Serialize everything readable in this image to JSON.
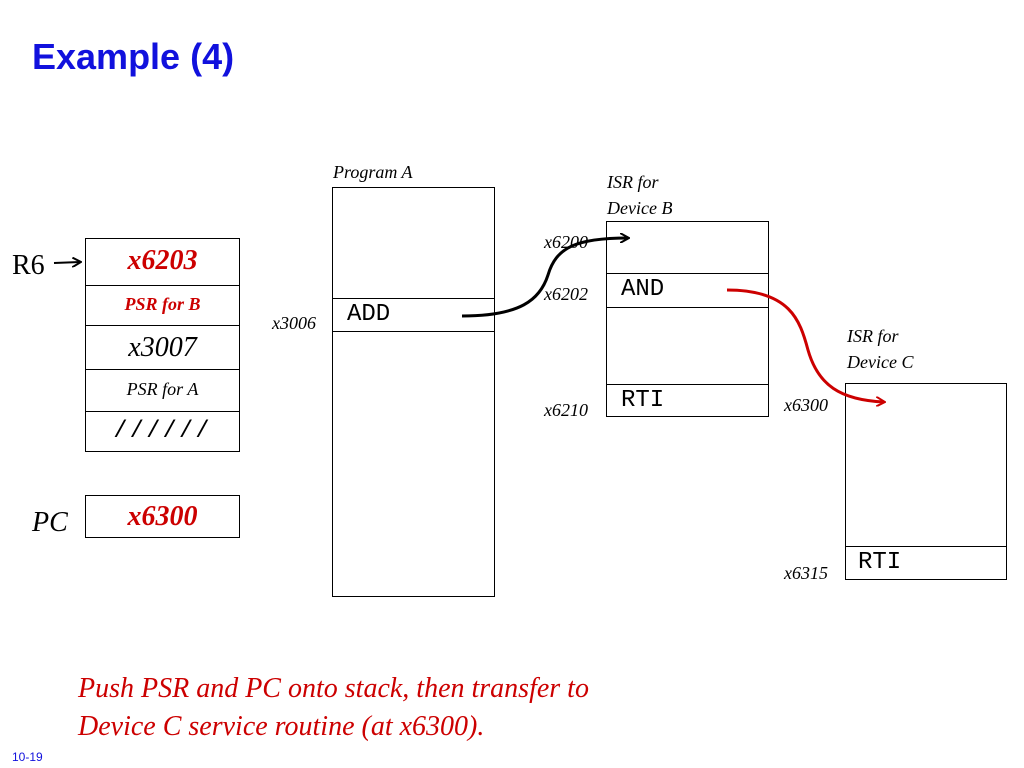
{
  "title": "Example (4)",
  "stack": {
    "pointer_label": "R6",
    "cells": [
      "x6203",
      "PSR for B",
      "x3007",
      "PSR for A",
      "//////"
    ]
  },
  "pc": {
    "label": "PC",
    "value": "x6300"
  },
  "program_a": {
    "label": "Program A",
    "addr": "x3006",
    "instr": "ADD"
  },
  "isr_b": {
    "label_line1": "ISR for",
    "label_line2": "Device B",
    "addr_start": "x6200",
    "addr_and": "x6202",
    "instr_and": "AND",
    "addr_rti": "x6210",
    "instr_rti": "RTI"
  },
  "isr_c": {
    "label_line1": "ISR for",
    "label_line2": "Device C",
    "addr_start": "x6300",
    "addr_rti": "x6315",
    "instr_rti": "RTI"
  },
  "caption": {
    "line1": "Push PSR and PC onto stack, then transfer to",
    "line2": "Device C service routine (at x6300)."
  },
  "slide_number": "10-19",
  "colors": {
    "title": "#1111dd",
    "highlight": "#cc0000",
    "arrow_black": "#000000",
    "arrow_red": "#cc0000"
  }
}
